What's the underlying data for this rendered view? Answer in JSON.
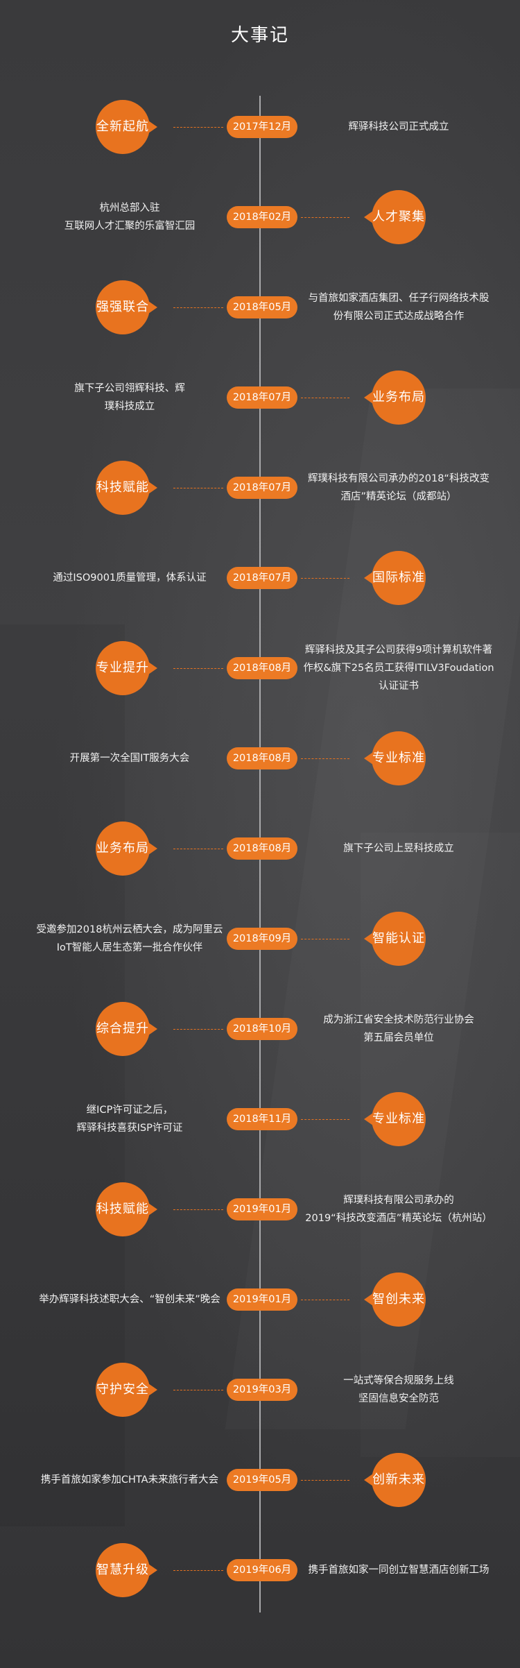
{
  "page": {
    "title": "大事记"
  },
  "colors": {
    "accent": "#e8731f",
    "pill": "#ec7a24",
    "line": "#a9a9ab",
    "background": "#3b3b3d"
  },
  "events": [
    {
      "date": "2017年12月",
      "badge": "全新起航",
      "side": "left",
      "desc": "辉驿科技公司正式成立"
    },
    {
      "date": "2018年02月",
      "badge": "人才聚集",
      "side": "right",
      "desc": "杭州总部入驻\n互联网人才汇聚的乐富智汇园"
    },
    {
      "date": "2018年05月",
      "badge": "强强联合",
      "side": "left",
      "desc": "与首旅如家酒店集团、任子行网络技术股\n份有限公司正式达成战略合作"
    },
    {
      "date": "2018年07月",
      "badge": "业务布局",
      "side": "right",
      "desc": "旗下子公司翎辉科技、辉\n璞科技成立"
    },
    {
      "date": "2018年07月",
      "badge": "科技赋能",
      "side": "left",
      "desc": "辉璞科技有限公司承办的2018“科技改变\n酒店”精英论坛（成都站）"
    },
    {
      "date": "2018年07月",
      "badge": "国际标准",
      "side": "right",
      "desc": "通过ISO9001质量管理，体系认证"
    },
    {
      "date": "2018年08月",
      "badge": "专业提升",
      "side": "left",
      "desc": "辉驿科技及其子公司获得9项计算机软件著\n作权&旗下25名员工获得ITILV3Foudation\n认证证书"
    },
    {
      "date": "2018年08月",
      "badge": "专业标准",
      "side": "right",
      "desc": "开展第一次全国IT服务大会"
    },
    {
      "date": "2018年08月",
      "badge": "业务布局",
      "side": "left",
      "desc": "旗下子公司上昱科技成立"
    },
    {
      "date": "2018年09月",
      "badge": "智能认证",
      "side": "right",
      "desc": "受邀参加2018杭州云栖大会，成为阿里云\nIoT智能人居生态第一批合作伙伴"
    },
    {
      "date": "2018年10月",
      "badge": "综合提升",
      "side": "left",
      "desc": "成为浙江省安全技术防范行业协会\n第五届会员单位"
    },
    {
      "date": "2018年11月",
      "badge": "专业标准",
      "side": "right",
      "desc": "继ICP许可证之后，\n辉驿科技喜获ISP许可证"
    },
    {
      "date": "2019年01月",
      "badge": "科技赋能",
      "side": "left",
      "desc": "辉璞科技有限公司承办的\n2019“科技改变酒店”精英论坛（杭州站）"
    },
    {
      "date": "2019年01月",
      "badge": "智创未来",
      "side": "right",
      "desc": "举办辉驿科技述职大会、“智创未来”晚会"
    },
    {
      "date": "2019年03月",
      "badge": "守护安全",
      "side": "left",
      "desc": "一站式等保合规服务上线\n坚固信息安全防范"
    },
    {
      "date": "2019年05月",
      "badge": "创新未来",
      "side": "right",
      "desc": "携手首旅如家参加CHTA未来旅行者大会"
    },
    {
      "date": "2019年06月",
      "badge": "智慧升级",
      "side": "left",
      "desc": "携手首旅如家一同创立智慧酒店创新工场"
    }
  ]
}
